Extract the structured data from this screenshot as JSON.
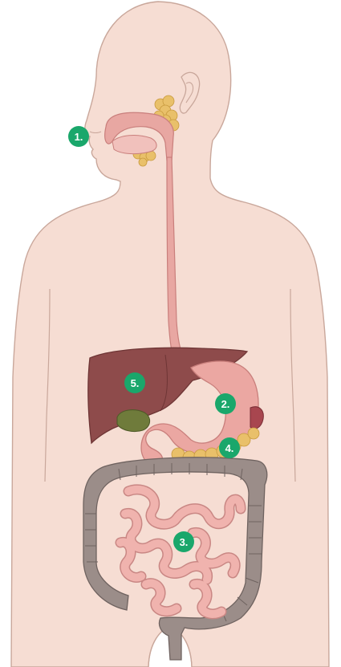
{
  "colors": {
    "skin": "#f6ddd3",
    "skin_outline": "#c9a79b",
    "esophagus": "#e8a7a2",
    "esophagus_dark": "#c97f7c",
    "liver": "#8e4b4b",
    "liver_light": "#a45a58",
    "gallbladder": "#6f7b3b",
    "stomach": "#eba7a2",
    "pancreas": "#e9c06a",
    "small_intestine": "#f0b3ae",
    "small_intestine_dark": "#c98784",
    "large_intestine": "#9b8d89",
    "large_intestine_dark": "#6f6360",
    "salivary": "#e9c06a",
    "marker": "#1aa76b"
  },
  "markers": [
    {
      "label": "1.",
      "organ": "mouth"
    },
    {
      "label": "2.",
      "organ": "stomach"
    },
    {
      "label": "3.",
      "organ": "small intestine"
    },
    {
      "label": "4.",
      "organ": "pancreas"
    },
    {
      "label": "5.",
      "organ": "liver"
    }
  ]
}
